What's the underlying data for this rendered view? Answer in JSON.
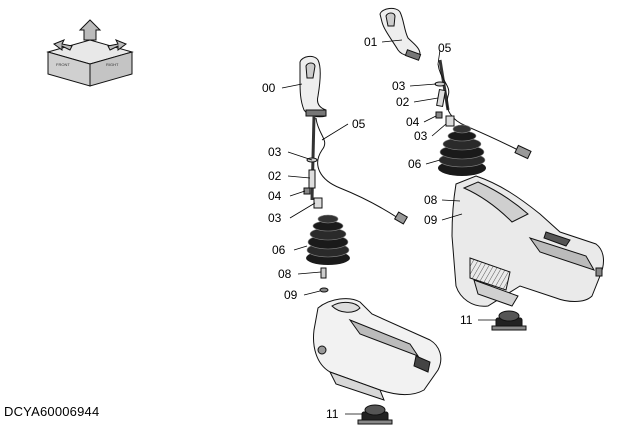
{
  "drawing_code": "DCYA60006944",
  "orientation_icon": {
    "name": "orientation-icon",
    "labels": [
      "FRONT",
      "RIGHT"
    ]
  },
  "callouts": {
    "lever_assy_left": "00",
    "lever_assy_right": "01",
    "boot": "06",
    "pin": "02",
    "washer": "03",
    "nut": "04",
    "harness": "05",
    "screw": "08",
    "plate": "09",
    "mount": "11"
  },
  "colors": {
    "line": "#000000",
    "boot": "#1a1a1a",
    "console": "#f2f2f2",
    "mount": "#222222"
  }
}
